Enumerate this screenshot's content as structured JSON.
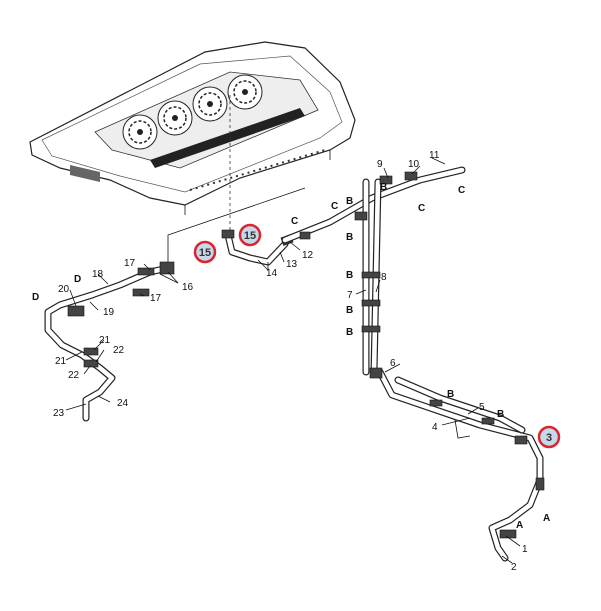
{
  "labels": {
    "p1": "1",
    "p2": "2",
    "p3": "3",
    "p4": "4",
    "p5": "5",
    "p6": "6",
    "p7": "7",
    "p8": "8",
    "p9": "9",
    "p10": "10",
    "p11": "11",
    "p12": "12",
    "p13": "13",
    "p14": "14",
    "p15": "15",
    "p16": "16",
    "p17": "17",
    "p18": "18",
    "p19": "19",
    "p20": "20",
    "p21": "21",
    "p22": "22",
    "p23": "23",
    "p24": "24"
  },
  "letters": {
    "a": "A",
    "b": "B",
    "c": "C",
    "d": "D"
  },
  "callouts": {
    "left15": "15",
    "top15": "15",
    "right3": "3"
  },
  "colors": {
    "callout_ring": "#d7262e",
    "callout_fill": "#c8d7ea",
    "line": "#111111"
  }
}
